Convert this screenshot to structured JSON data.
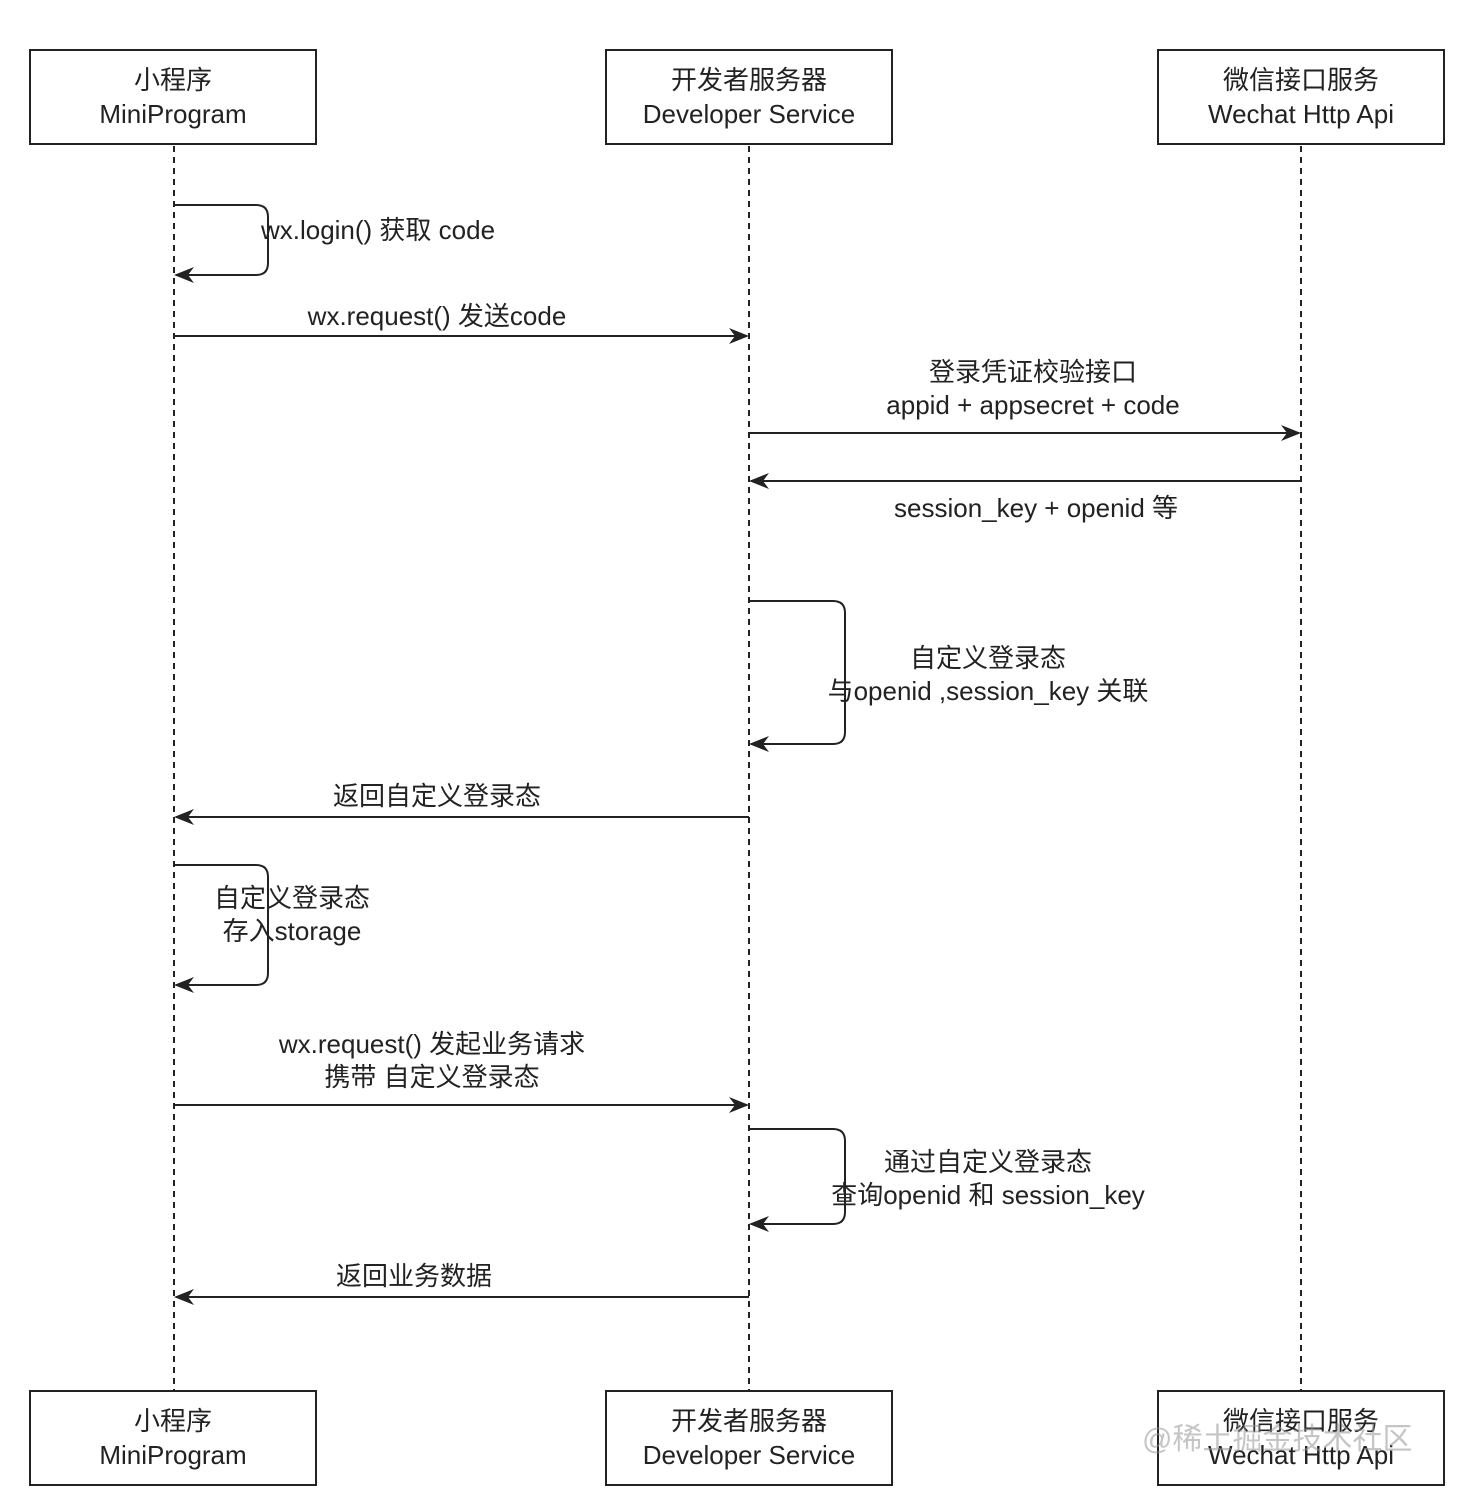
{
  "participants": {
    "mini": {
      "name_cn": "小程序",
      "name_en": "MiniProgram"
    },
    "dev": {
      "name_cn": "开发者服务器",
      "name_en": "Developer Service"
    },
    "wx": {
      "name_cn": "微信接口服务",
      "name_en": "Wechat Http Api"
    }
  },
  "messages": {
    "m1": {
      "line1": "wx.login() 获取 code"
    },
    "m2": {
      "line1": "wx.request() 发送code"
    },
    "m3": {
      "line1": "登录凭证校验接口",
      "line2": "appid + appsecret + code"
    },
    "m4": {
      "line1": "session_key + openid 等"
    },
    "m5": {
      "line1": "自定义登录态",
      "line2": "与openid ,session_key 关联"
    },
    "m6": {
      "line1": "返回自定义登录态"
    },
    "m7": {
      "line1": "自定义登录态",
      "line2": "存入storage"
    },
    "m8": {
      "line1": "wx.request() 发起业务请求",
      "line2": "携带 自定义登录态"
    },
    "m9": {
      "line1": "通过自定义登录态",
      "line2": "查询openid 和 session_key"
    },
    "m10": {
      "line1": "返回业务数据"
    }
  },
  "watermark": "@稀土掘金技术社区",
  "colors": {
    "line": "#222222",
    "background": "#ffffff"
  }
}
